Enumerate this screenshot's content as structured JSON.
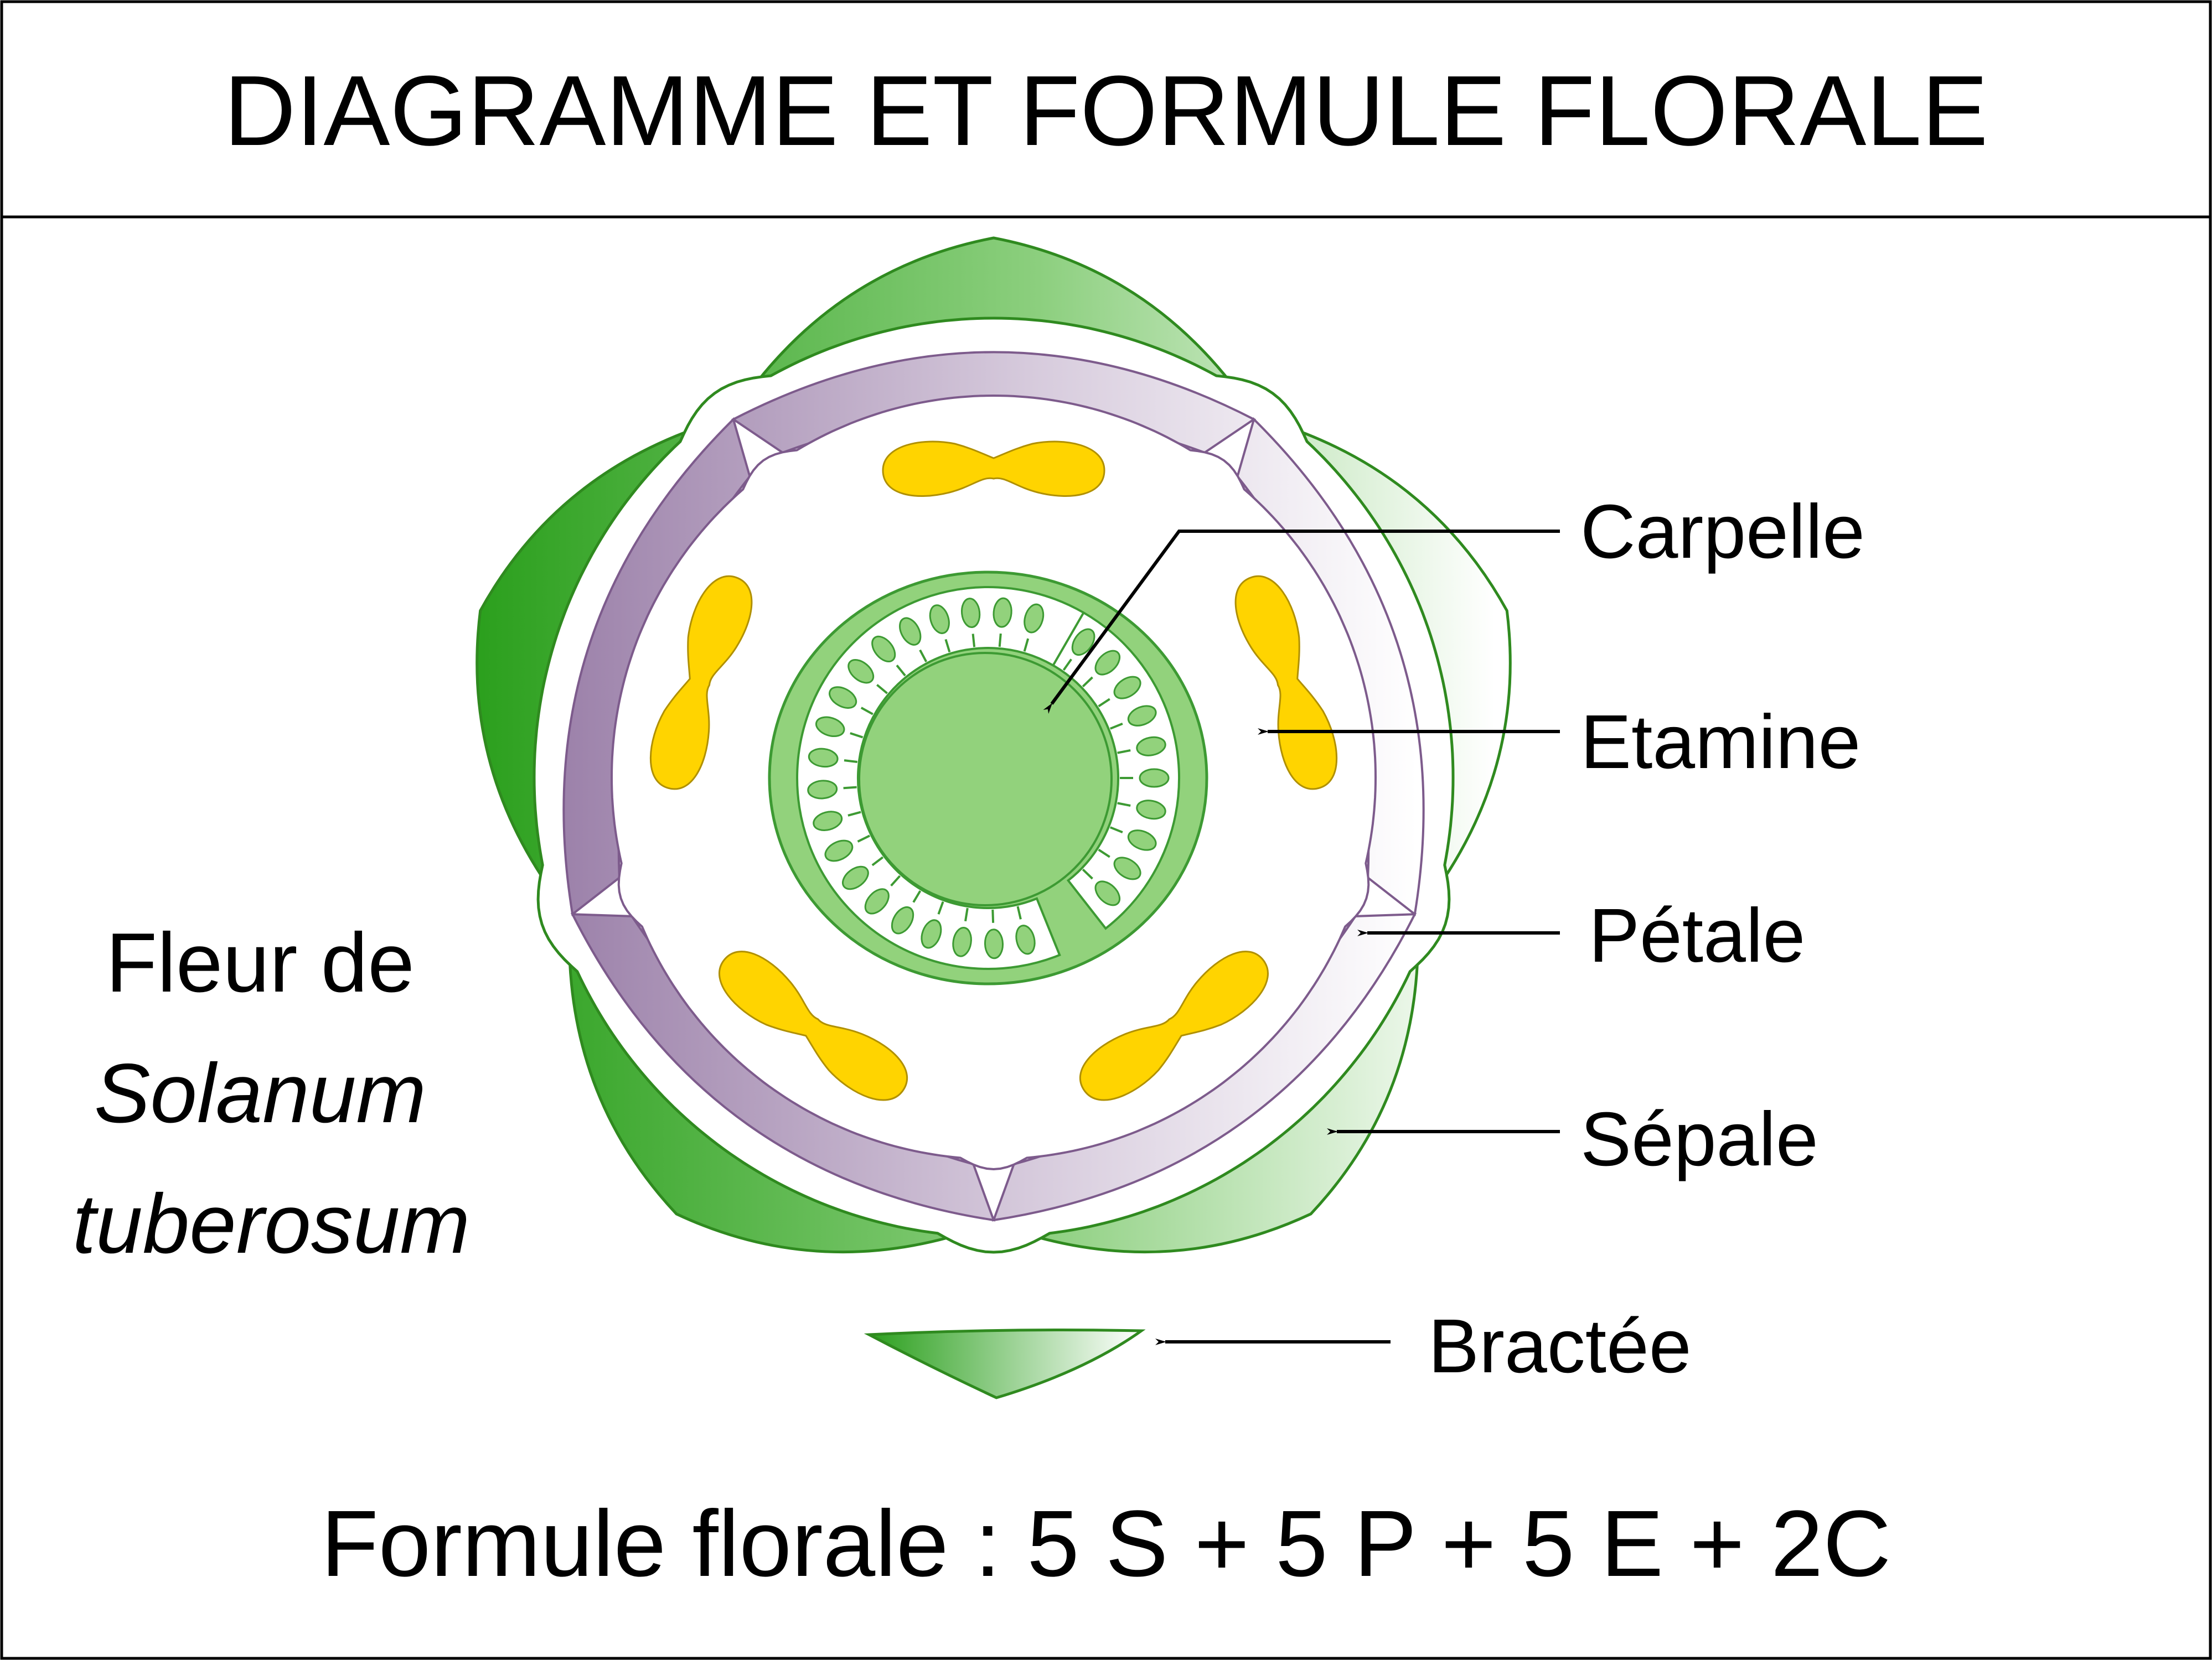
{
  "title": "DIAGRAMME ET FORMULE FLORALE",
  "caption": {
    "line1": "Fleur de",
    "line2": "Solanum",
    "line3": "tuberosum"
  },
  "labels": {
    "carpelle": "Carpelle",
    "etamine": "Etamine",
    "petale": "Pétale",
    "sepale": "Sépale",
    "bractee": "Bractée"
  },
  "formula": "Formule florale : 5 S + 5 P + 5 E + 2C",
  "colors": {
    "sepal_dark": "#2ca01e",
    "sepal_light": "#ffffff",
    "sepal_outline": "#2f8a1f",
    "petal_dark": "#9b80a9",
    "petal_light": "#ffffff",
    "petal_outline": "#7d5b8c",
    "stamen": "#ffd400",
    "stamen_outline": "#b09000",
    "carpel_fill": "#92d27c",
    "carpel_outline": "#3d9a33",
    "ovule_fill": "#92d27c",
    "line": "#000000"
  }
}
